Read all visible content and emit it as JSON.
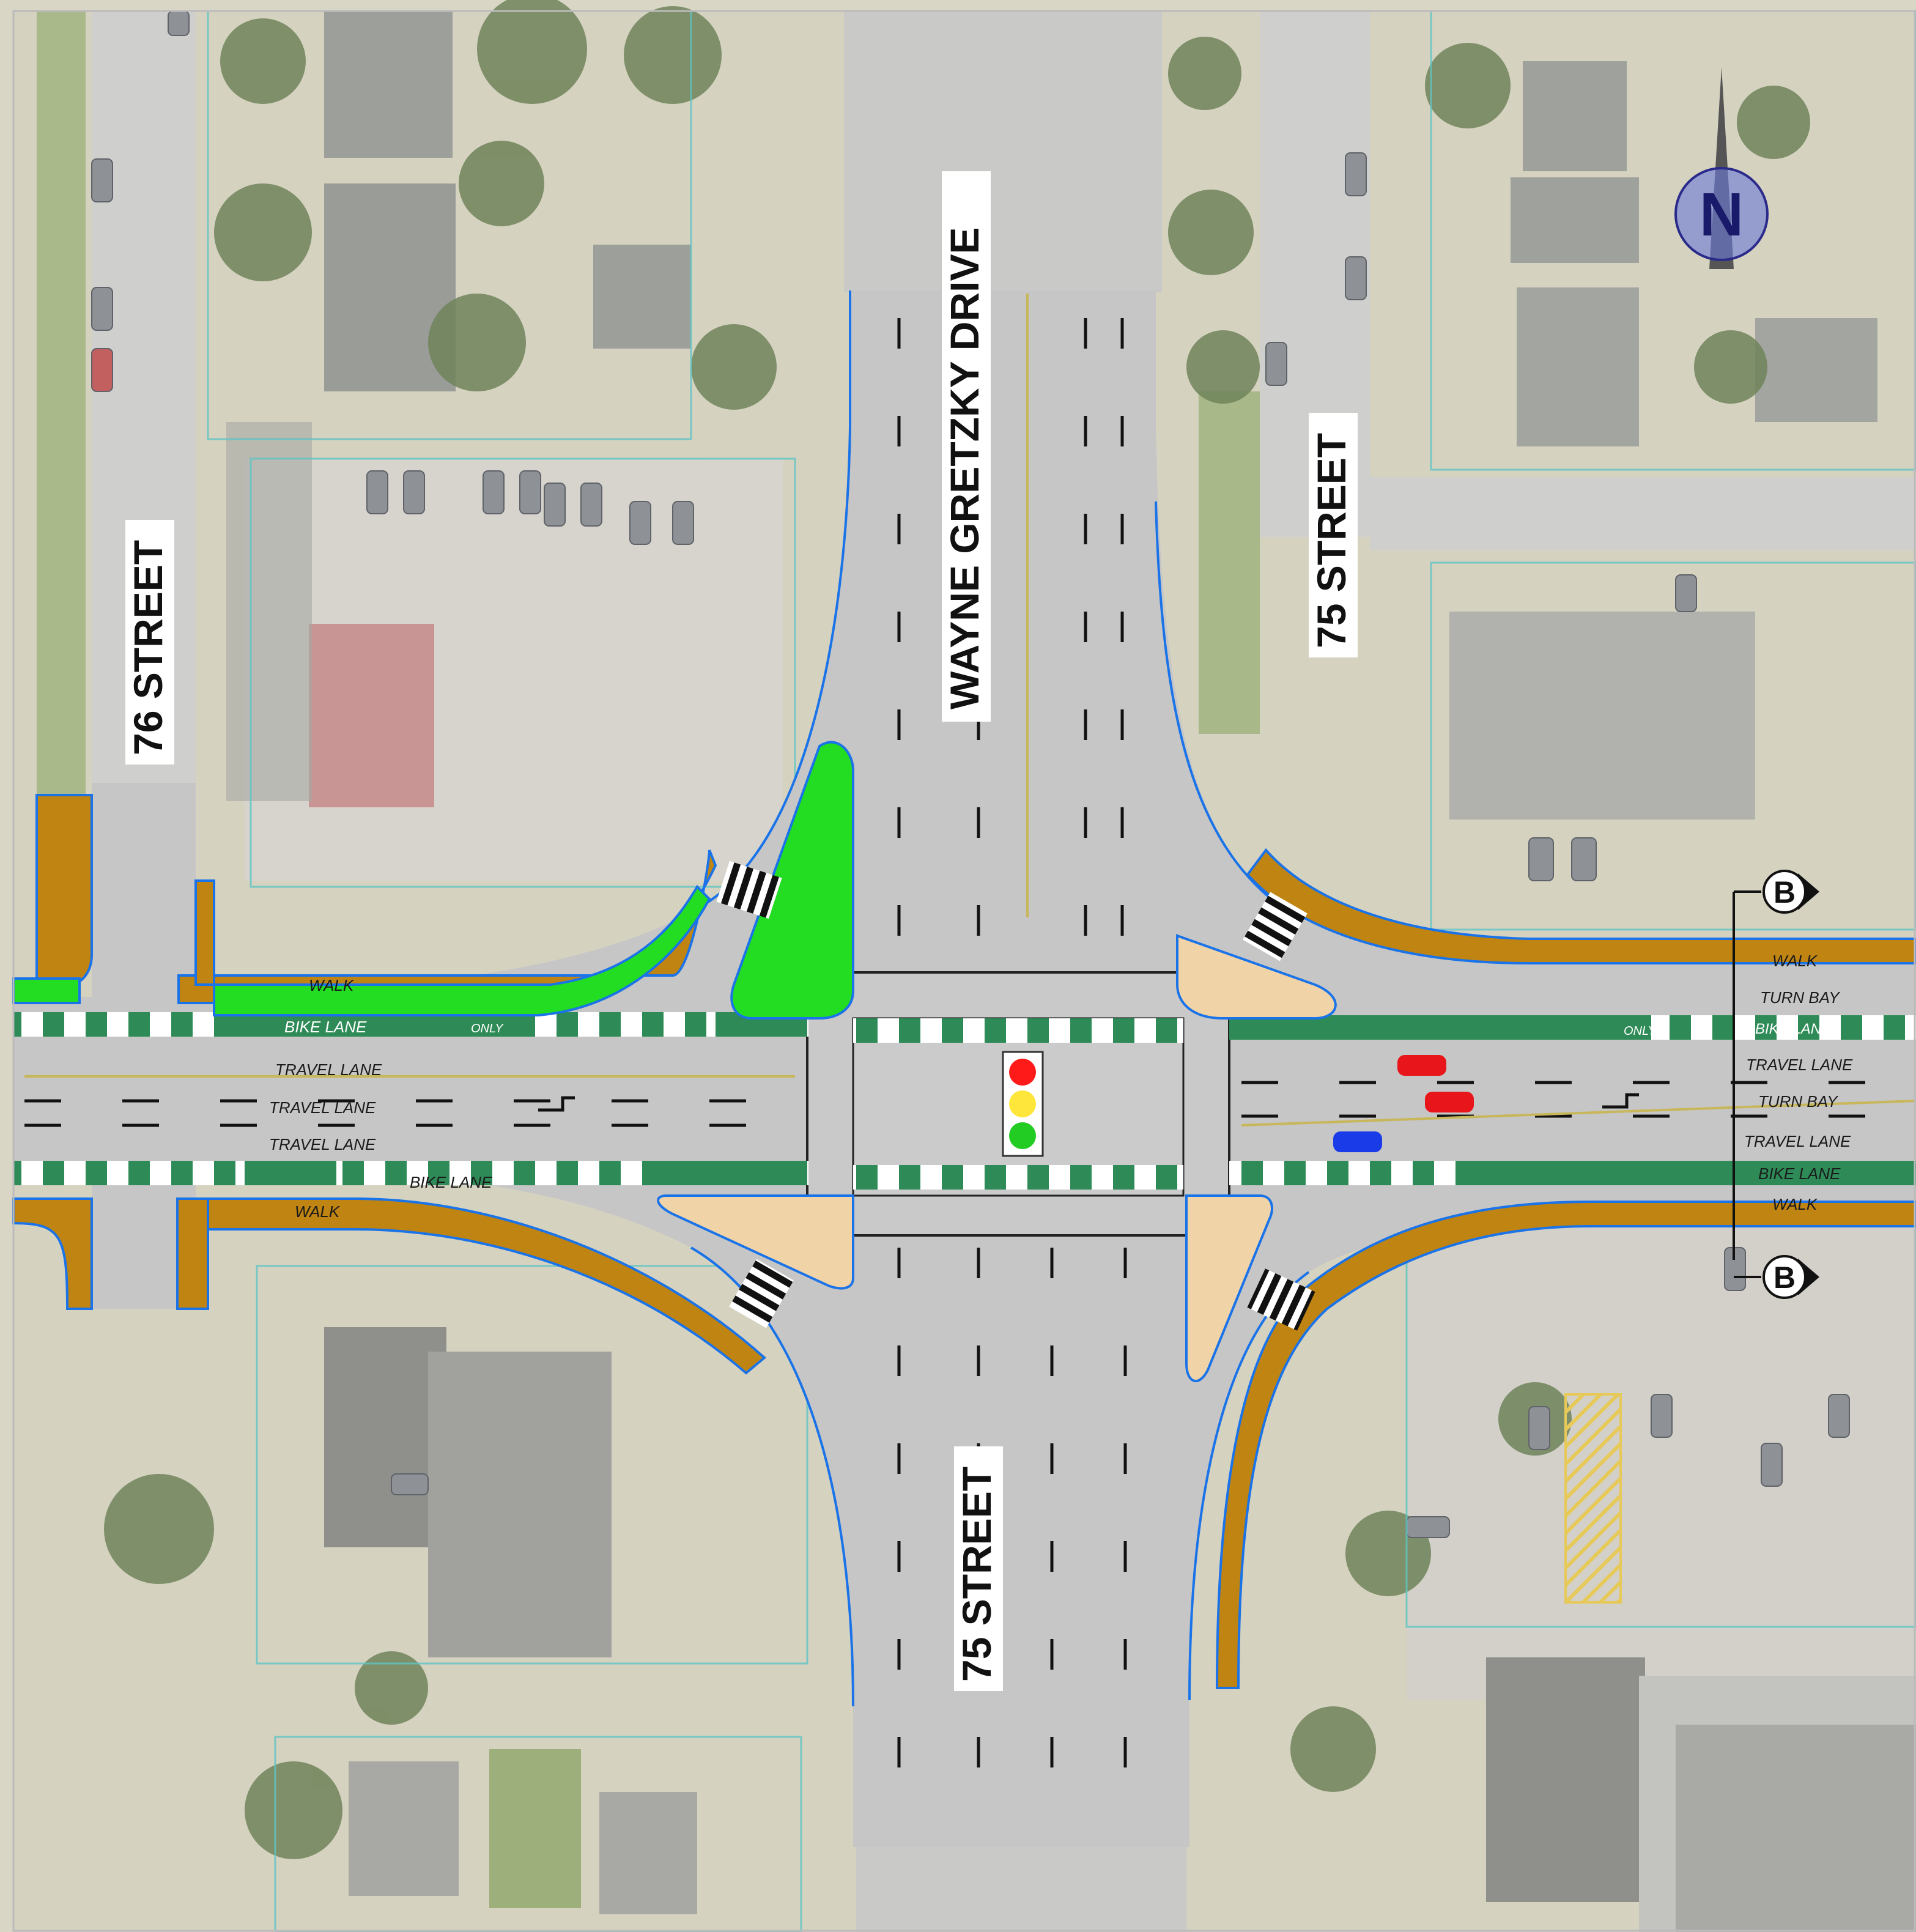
{
  "streets": {
    "wayne_gretzky": "WAYNE GRETZKY DRIVE",
    "street_75_north": "75 STREET",
    "street_75_south": "75 STREET",
    "street_76": "76 STREET"
  },
  "lanes": {
    "west": {
      "walk_north": "WALK",
      "bike_north": "BIKE LANE",
      "travel_1": "TRAVEL LANE",
      "travel_2": "TRAVEL LANE",
      "travel_3": "TRAVEL LANE",
      "bike_south": "BIKE LANE",
      "walk_south": "WALK"
    },
    "east": {
      "walk_north": "WALK",
      "turn_bay_1": "TURN BAY",
      "bike_north": "BIKE LANE",
      "travel_1": "TRAVEL LANE",
      "turn_bay_2": "TURN BAY",
      "travel_2": "TRAVEL LANE",
      "bike_south": "BIKE LANE",
      "walk_south": "WALK"
    }
  },
  "markings": {
    "only": "ONLY"
  },
  "north_arrow": {
    "letter": "N"
  },
  "section_markers": {
    "top": "B",
    "bottom": "B"
  },
  "colors": {
    "road": "#c6c6c6",
    "bike_lane": "#2e8b57",
    "walk": "#c08412",
    "median_green": "#22dd22",
    "island": "#f1d3a8",
    "aerial": "#d9d6c5",
    "curb": "#1a73e8"
  }
}
